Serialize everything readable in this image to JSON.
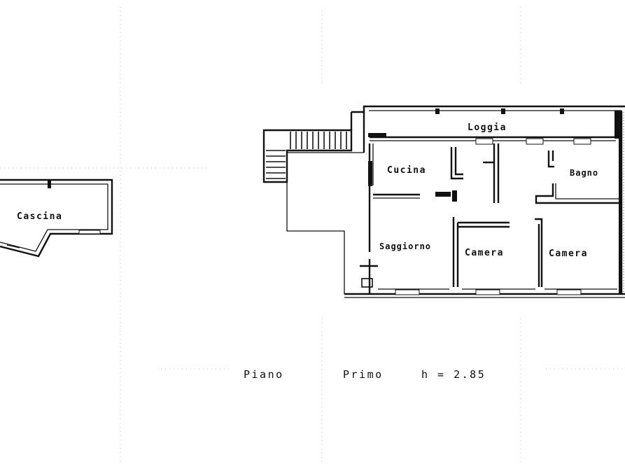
{
  "plan": {
    "outbuilding_label": "Cascina",
    "rooms": {
      "loggia": "Loggia",
      "cucina": "Cucina",
      "bagno": "Bagno",
      "soggiorno": "Saggiorno",
      "camera_1": "Camera",
      "camera_2": "Camera"
    },
    "caption": {
      "floor": "Piano",
      "level": "Primo",
      "height": "h = 2.85"
    }
  }
}
